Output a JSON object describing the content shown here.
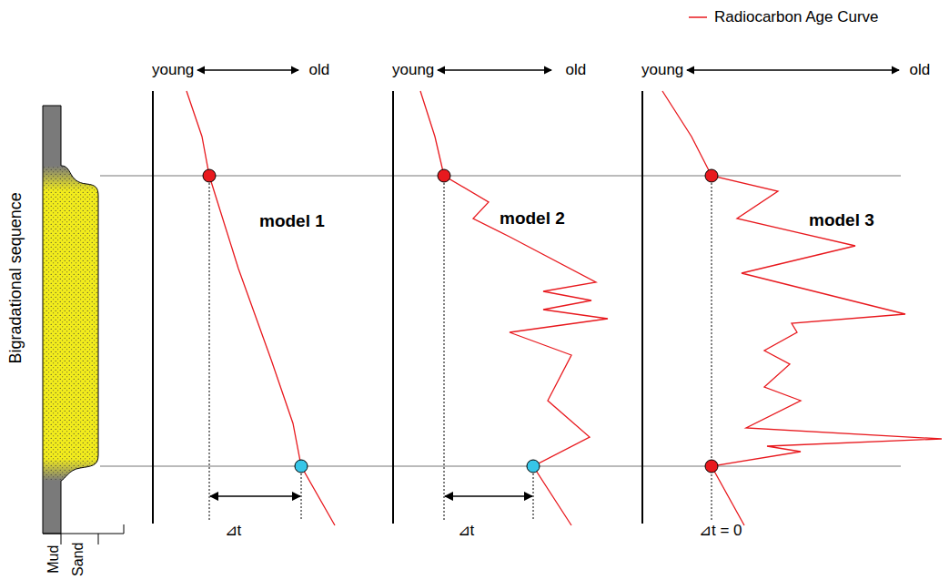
{
  "diagram": {
    "labels": [
      "young",
      "old",
      "young",
      "old",
      "young",
      "old",
      "model 1",
      "model 2",
      "model 3",
      "Bigradational sequence",
      "Mud",
      "Sand",
      "⊿t",
      "⊿t",
      "⊿t = 0"
    ],
    "legend": [
      {
        "text": "Radiocarbon Age Curve"
      }
    ]
  }
}
